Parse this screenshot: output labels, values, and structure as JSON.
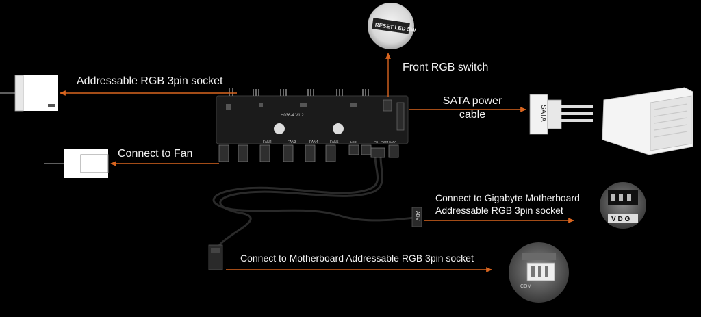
{
  "labels": {
    "front_rgb_switch": "Front RGB switch",
    "argb_3pin_socket": "Addressable RGB 3pin socket",
    "connect_to_fan": "Connect to Fan",
    "sata_power_line1": "SATA power",
    "sata_power_line2": "cable",
    "gigabyte_line1": "Connect to Gigabyte Motherboard",
    "gigabyte_line2": "Addressable RGB 3pin socket",
    "motherboard_argb": "Connect to Motherboard Addressable RGB 3pin socket"
  },
  "component_text": {
    "reset_switch": "RESET LED SW",
    "sata_connector": "SATA",
    "vdg_socket": "V D G",
    "adv_plug": "ADV",
    "com_label": "COM",
    "board_model": "H036-4 V1.2",
    "fan_headers": [
      "FAN2",
      "FAN3",
      "FAN4",
      "FAN5"
    ],
    "board_io": [
      "LED",
      "PC",
      "PWM",
      "SATA"
    ]
  },
  "colors": {
    "background": "#000000",
    "arrow": "#d9651f",
    "label_text": "#f2f2f2",
    "board": "#1b1b1b",
    "cable": "#2a2a2a"
  }
}
